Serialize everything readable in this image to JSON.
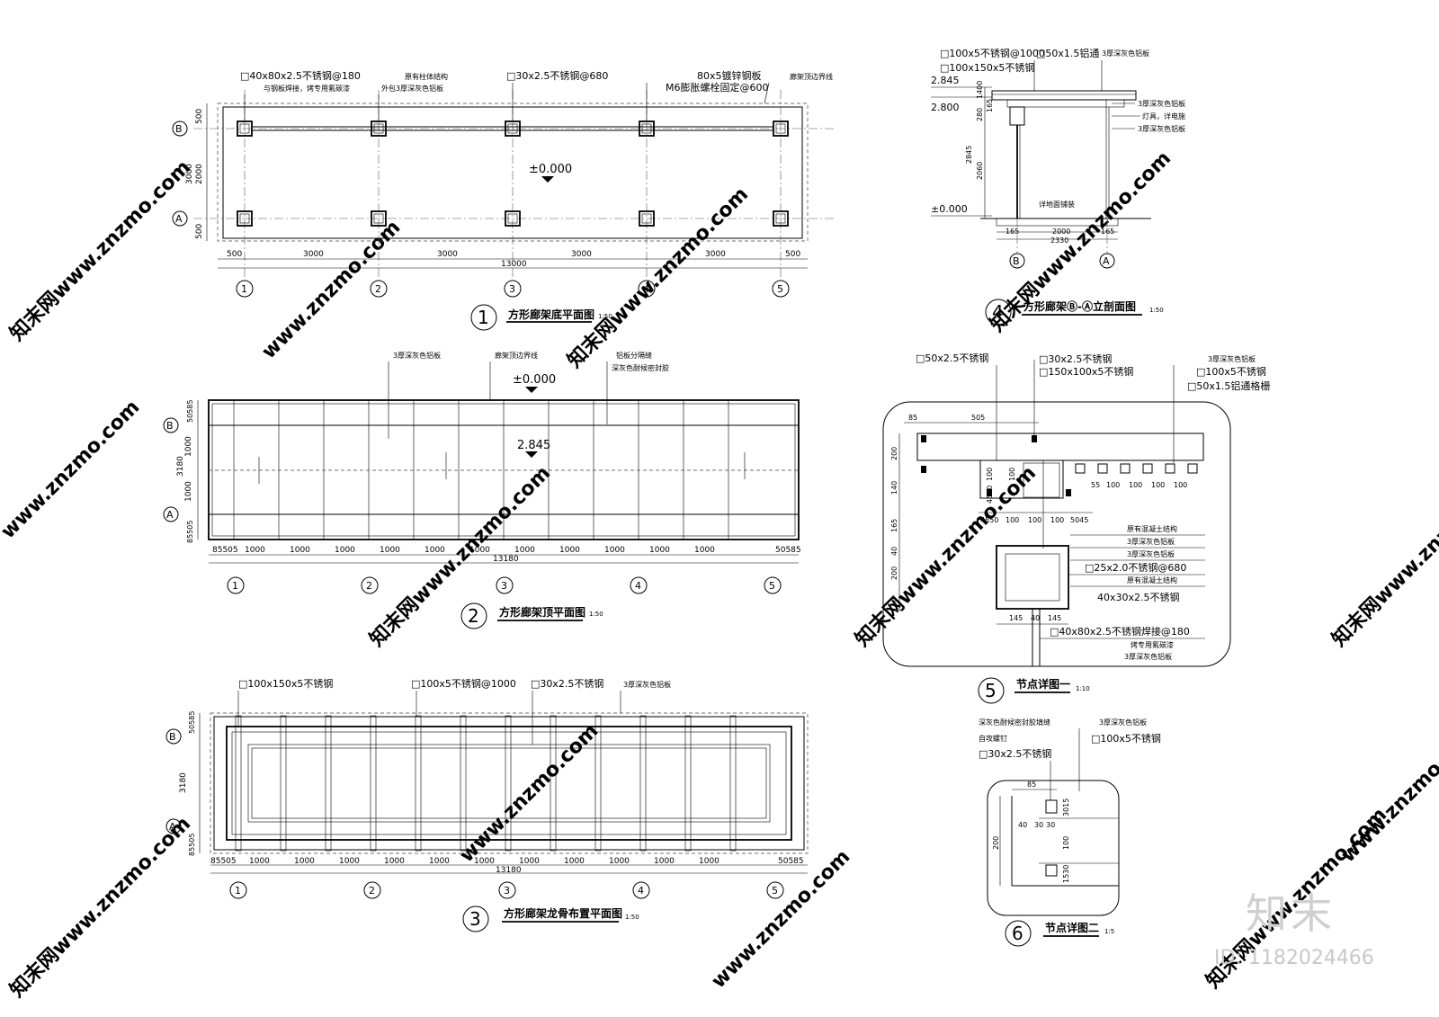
{
  "drawing1": {
    "title": "方形廊架底平面图",
    "scale": "1:50",
    "num": "1",
    "labels": [
      "□40x80x2.5不锈钢@180",
      "与钢板焊接，烤专用氟碳漆",
      "原有柱体结构",
      "外包3厚深灰色铝板",
      "□30x2.5不锈钢@680",
      "80x5镀锌钢板",
      "M6膨胀螺栓固定@600",
      "廊架顶边界线"
    ],
    "elevation": "±0.000",
    "axes_rows": [
      "B",
      "A"
    ],
    "axes_cols": [
      "1",
      "2",
      "3",
      "4",
      "5"
    ],
    "dims_bottom": [
      "500",
      "3000",
      "3000",
      "3000",
      "3000",
      "500"
    ],
    "dim_total": "13000",
    "dims_left": [
      "500",
      "2000",
      "3000",
      "500"
    ]
  },
  "drawing2": {
    "title": "方形廊架顶平面图",
    "scale": "1:50",
    "num": "2",
    "labels": [
      "3厚深灰色铝板",
      "廊架顶边界线",
      "铝板分隔缝",
      "深灰色耐候密封胶"
    ],
    "elev_top": "±0.000",
    "elev_roof": "2.845",
    "dims_bottom": [
      "85505",
      "1000",
      "1000",
      "1000",
      "1000",
      "1000",
      "1000",
      "1000",
      "1000",
      "1000",
      "1000",
      "1000",
      "50585"
    ],
    "dim_total": "13180",
    "dims_left": [
      "50585",
      "1000",
      "1000",
      "85505",
      "3180"
    ],
    "axes_cols": [
      "1",
      "2",
      "3",
      "4",
      "5"
    ],
    "axes_rows": [
      "B",
      "A"
    ]
  },
  "drawing3": {
    "title": "方形廊架龙骨布置平面图",
    "scale": "1:50",
    "num": "3",
    "labels": [
      "□100x150x5不锈钢",
      "□100x5不锈钢@1000",
      "□30x2.5不锈钢",
      "3厚深灰色铝板"
    ],
    "dims_bottom": [
      "85505",
      "1000",
      "1000",
      "1000",
      "1000",
      "1000",
      "1000",
      "1000",
      "1000",
      "1000",
      "1000",
      "1000",
      "50585"
    ],
    "dim_total": "13180",
    "dims_left": [
      "50585",
      "3180",
      "85505"
    ],
    "axes_cols": [
      "1",
      "2",
      "3",
      "4",
      "5"
    ],
    "axes_rows": [
      "B",
      "A"
    ]
  },
  "drawing4": {
    "title": "方形廊架Ⓑ-Ⓐ立剖面图",
    "scale": "1:50",
    "num": "4",
    "labels": [
      "□100x5不锈钢@1000",
      "□50x1.5铝通",
      "3厚深灰色铝板",
      "□100x150x5不锈钢",
      "3厚深灰色铝板",
      "灯具，详电施",
      "3厚深灰色铝板",
      "详地面铺装"
    ],
    "elevs": [
      "2.845",
      "2.800",
      "±0.000"
    ],
    "dims_v": [
      "1400",
      "280",
      "165",
      "2845",
      "2060"
    ],
    "dims_h": [
      "165",
      "2000",
      "165",
      "2330"
    ],
    "axes": [
      "B",
      "A"
    ]
  },
  "drawing5": {
    "title": "节点详图一",
    "scale": "1:10",
    "num": "5",
    "labels_top": [
      "□50x2.5不锈钢",
      "□30x2.5不锈钢",
      "□150x100x5不锈钢",
      "3厚深灰色铝板",
      "□100x5不锈钢",
      "□50x1.5铝通格栅"
    ],
    "labels_right": [
      "原有混凝土结构",
      "3厚深灰色铝板",
      "3厚深灰色铝板",
      "□25x2.0不锈钢@680",
      "原有混凝土结构",
      "40x30x2.5不锈钢",
      "□40x80x2.5不锈钢焊接@180",
      "烤专用氟碳漆",
      "3厚深灰色铝板"
    ],
    "dims_top": [
      "85",
      "505"
    ],
    "dims_row": [
      "55",
      "100",
      "100",
      "100",
      "100"
    ],
    "dims_row2": [
      "4550",
      "100",
      "100",
      "100",
      "5045"
    ],
    "dims_left": [
      "200",
      "140",
      "165",
      "200",
      "40",
      "40"
    ],
    "dims_inner": [
      "100",
      "4550",
      "100"
    ],
    "dims_bottom": [
      "145",
      "40",
      "145"
    ]
  },
  "drawing6": {
    "title": "节点详图二",
    "scale": "1:5",
    "num": "6",
    "labels": [
      "深灰色耐候密封胶填缝",
      "自攻螺钉",
      "□30x2.5不锈钢",
      "3厚深灰色铝板",
      "□100x5不锈钢"
    ],
    "dims": [
      "85",
      "3015",
      "40",
      "30",
      "30",
      "100",
      "200",
      "1530"
    ]
  },
  "watermarks": [
    "知末网www.znzmo.com",
    "www.znzmo.com"
  ],
  "brand": "知末",
  "id_text": "ID: 1182024466"
}
